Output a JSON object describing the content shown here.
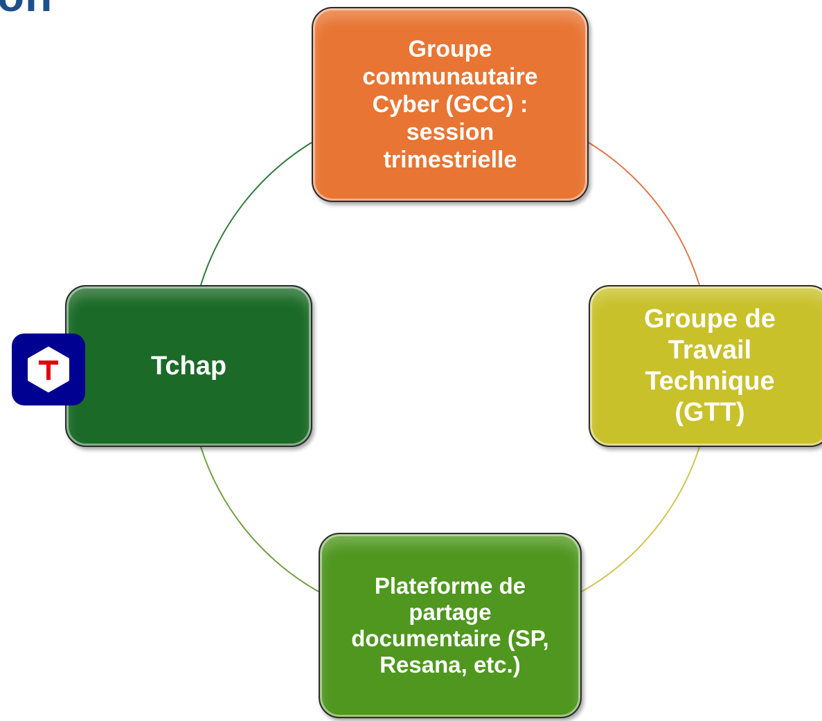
{
  "header": {
    "title_fragment": "on"
  },
  "diagram": {
    "nodes": {
      "gcc": "Groupe communautaire Cyber (GCC) : session trimestrielle",
      "gtt": "Groupe de Travail Technique (GTT)",
      "plateforme": "Plateforme de partage documentaire (SP, Resana, etc.)",
      "tchap": "Tchap"
    },
    "colors": {
      "gcc": "#e87533",
      "gtt": "#c8c12a",
      "plateforme": "#4f971f",
      "tchap": "#1b6a27",
      "logo_bg": "#000091",
      "logo_accent": "#e1000f",
      "title": "#1f4e8c"
    }
  },
  "logo": {
    "icon": "tchap-logo-icon",
    "letter": "T"
  }
}
